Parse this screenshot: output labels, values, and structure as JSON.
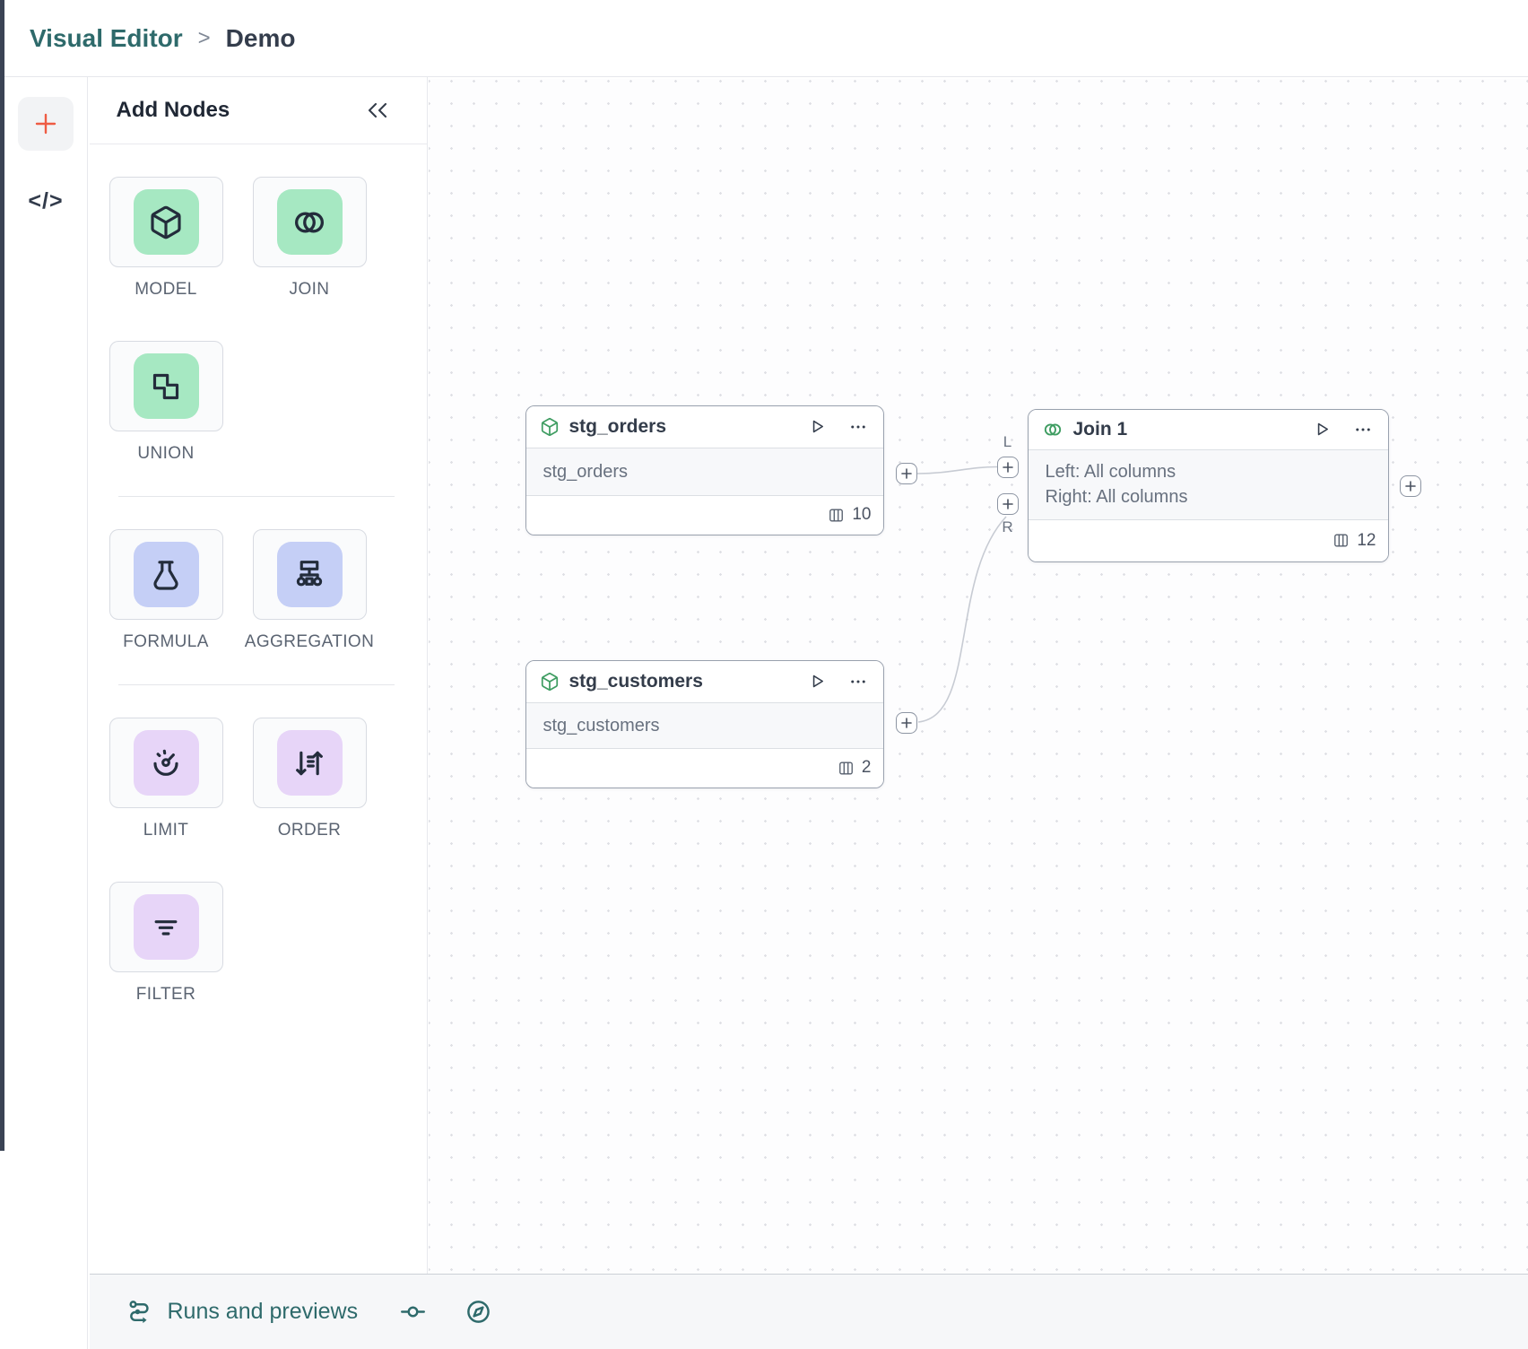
{
  "header": {
    "breadcrumb_root": "Visual Editor",
    "separator": ">",
    "breadcrumb_current": "Demo"
  },
  "rail": {
    "add_icon": "plus-icon",
    "code_glyph": "</>"
  },
  "panel": {
    "title": "Add Nodes",
    "collapse_icon": "chevrons-left-icon",
    "groups": [
      {
        "name": "model-group",
        "items": [
          {
            "label": "MODEL",
            "icon": "cube-icon",
            "tile_color": "#a6e8c2"
          },
          {
            "label": "JOIN",
            "icon": "join-circles-icon",
            "tile_color": "#a6e8c2"
          },
          {
            "label": "UNION",
            "icon": "union-shapes-icon",
            "tile_color": "#a6e8c2"
          }
        ]
      },
      {
        "name": "compute-group",
        "items": [
          {
            "label": "FORMULA",
            "icon": "flask-icon",
            "tile_color": "#c5cff6"
          },
          {
            "label": "AGGREGATION",
            "icon": "aggregation-tree-icon",
            "tile_color": "#c5cff6"
          }
        ]
      },
      {
        "name": "shape-group",
        "items": [
          {
            "label": "LIMIT",
            "icon": "gauge-icon",
            "tile_color": "#e7d5f8"
          },
          {
            "label": "ORDER",
            "icon": "sort-arrows-icon",
            "tile_color": "#e7d5f8"
          },
          {
            "label": "FILTER",
            "icon": "filter-lines-icon",
            "tile_color": "#e7d5f8"
          }
        ]
      }
    ]
  },
  "canvas": {
    "nodes": [
      {
        "title": "stg_orders",
        "subtitle": "stg_orders",
        "columns": "10",
        "icon": "model-cube-icon"
      },
      {
        "title": "Join 1",
        "body_line1": "Left: All columns",
        "body_line2": "Right: All columns",
        "columns": "12",
        "icon": "join-circles-icon"
      },
      {
        "title": "stg_customers",
        "subtitle": "stg_customers",
        "columns": "2",
        "icon": "model-cube-icon"
      }
    ],
    "port_labels": {
      "left": "L",
      "right": "R"
    }
  },
  "statusbar": {
    "runs_label": "Runs and previews",
    "icons": [
      "route-runs-icon",
      "git-commit-icon",
      "compass-icon"
    ]
  },
  "colors": {
    "teal": "#2e6a6b",
    "orange": "#ee5b43",
    "green_tile": "#a6e8c2",
    "blue_tile": "#c5cff6",
    "purple_tile": "#e7d5f8",
    "node_icon_green": "#3f9d62",
    "edge": "#c7cbd3"
  }
}
